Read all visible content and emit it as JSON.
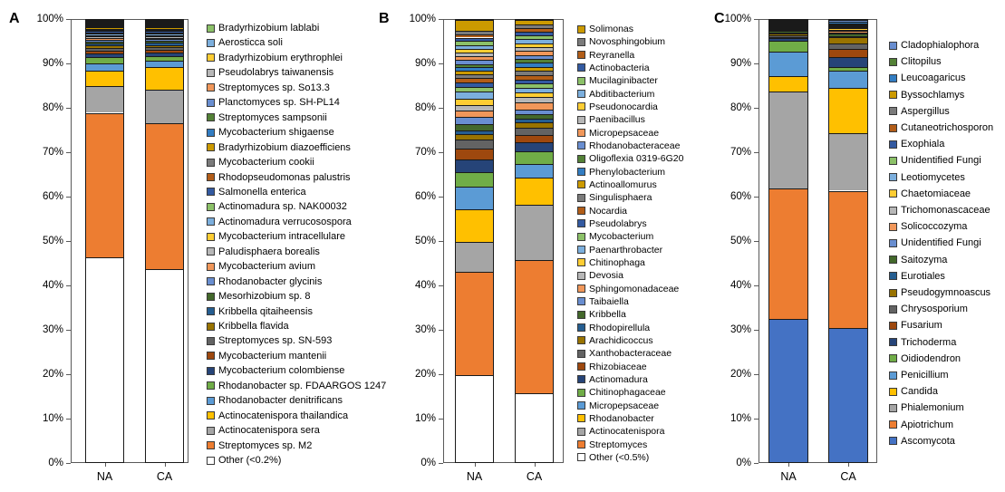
{
  "colors": {
    "frame": "#595959",
    "segment_border": "#1a1a1a",
    "text": "#000000",
    "background": "#ffffff"
  },
  "chart_data": [
    {
      "type": "bar",
      "subtype": "stacked-100",
      "panel_label": "A",
      "categories": [
        "NA",
        "CA"
      ],
      "y_axis": {
        "range": [
          0,
          100
        ],
        "ticks": [
          "0%",
          "10%",
          "20%",
          "30%",
          "40%",
          "50%",
          "60%",
          "70%",
          "80%",
          "90%",
          "100%"
        ]
      },
      "legend_position": "right",
      "legend_note": "legend listed top-to-bottom equals bar segments top-to-bottom",
      "series": [
        {
          "name": "Other (<0.2%)",
          "color": "#FFFFFF",
          "values": [
            46.4,
            43.7
          ]
        },
        {
          "name": "Streptomyces sp. M2",
          "color": "#ED7D31",
          "values": [
            32.6,
            32.9
          ]
        },
        {
          "name": "Actinocatenispora sera",
          "color": "#A5A5A5",
          "values": [
            6.0,
            7.7
          ]
        },
        {
          "name": "Actinocatenispora thailandica",
          "color": "#FFC000",
          "values": [
            3.6,
            5.0
          ]
        },
        {
          "name": "Rhodanobacter denitrificans",
          "color": "#5B9BD5",
          "values": [
            1.6,
            1.5
          ]
        },
        {
          "name": "Rhodanobacter sp. FDAARGOS 1247",
          "color": "#70AD47",
          "values": [
            1.4,
            1.0
          ]
        },
        {
          "name": "Mycobacterium colombiense",
          "color": "#264478",
          "values": [
            0.8,
            0.8
          ]
        },
        {
          "name": "Mycobacterium mantenii",
          "color": "#9E480E",
          "values": [
            0.7,
            0.7
          ]
        },
        {
          "name": "Streptomyces sp. SN-593",
          "color": "#636363",
          "values": [
            0.6,
            0.6
          ]
        },
        {
          "name": "Kribbella flavida",
          "color": "#997300",
          "values": [
            0.5,
            0.5
          ]
        },
        {
          "name": "Kribbella qitaiheensis",
          "color": "#255E91",
          "values": [
            0.5,
            0.45
          ]
        },
        {
          "name": "Mesorhizobium sp. 8",
          "color": "#43682B",
          "values": [
            0.4,
            0.4
          ]
        },
        {
          "name": "Rhodanobacter glycinis",
          "color": "#698ED0",
          "values": [
            0.4,
            0.4
          ]
        },
        {
          "name": "Mycobacterium avium",
          "color": "#F1975A",
          "values": [
            0.4,
            0.35
          ]
        },
        {
          "name": "Paludisphaera borealis",
          "color": "#B7B7B7",
          "values": [
            0.35,
            0.35
          ]
        },
        {
          "name": "Mycobacterium intracellulare",
          "color": "#FFCD33",
          "values": [
            0.35,
            0.3
          ]
        },
        {
          "name": "Actinomadura verrucosospora",
          "color": "#7CAFDD",
          "values": [
            0.3,
            0.3
          ]
        },
        {
          "name": "Actinomadura sp. NAK00032",
          "color": "#8CC168",
          "values": [
            0.3,
            0.3
          ]
        },
        {
          "name": "Salmonella enterica",
          "color": "#335AA1",
          "values": [
            0.3,
            0.3
          ]
        },
        {
          "name": "Rhodopseudomonas palustris",
          "color": "#B25D18",
          "values": [
            0.3,
            0.3
          ]
        },
        {
          "name": "Mycobacterium cookii",
          "color": "#7B7B7B",
          "values": [
            0.25,
            0.25
          ]
        },
        {
          "name": "Bradyrhizobium diazoefficiens",
          "color": "#CC9A00",
          "values": [
            0.25,
            0.25
          ]
        },
        {
          "name": "Mycobacterium shigaense",
          "color": "#327DC2",
          "values": [
            0.25,
            0.25
          ]
        },
        {
          "name": "Streptomyces sampsonii",
          "color": "#538136",
          "values": [
            0.25,
            0.25
          ]
        },
        {
          "name": "Planctomyces sp. SH-PL14",
          "color": "#698ED0",
          "values": [
            0.2,
            0.2
          ]
        },
        {
          "name": "Streptomyces sp. So13.3",
          "color": "#F1975A",
          "values": [
            0.2,
            0.2
          ]
        },
        {
          "name": "Pseudolabrys taiwanensis",
          "color": "#B7B7B7",
          "values": [
            0.2,
            0.2
          ]
        },
        {
          "name": "Bradyrhizobium erythrophlei",
          "color": "#FFCD33",
          "values": [
            0.2,
            0.2
          ]
        },
        {
          "name": "Aerosticca soli",
          "color": "#7CAFDD",
          "values": [
            0.2,
            0.2
          ]
        },
        {
          "name": "Bradyrhizobium lablabi",
          "color": "#8CC168",
          "values": [
            0.2,
            0.2
          ]
        }
      ]
    },
    {
      "type": "bar",
      "subtype": "stacked-100",
      "panel_label": "B",
      "categories": [
        "NA",
        "CA"
      ],
      "y_axis": {
        "range": [
          0,
          100
        ],
        "ticks": [
          "0%",
          "10%",
          "20%",
          "30%",
          "40%",
          "50%",
          "60%",
          "70%",
          "80%",
          "90%",
          "100%"
        ]
      },
      "legend_position": "right",
      "legend_note": "legend listed top-to-bottom equals bar segments top-to-bottom",
      "series": [
        {
          "name": "Other (<0.5%)",
          "color": "#FFFFFF",
          "values": [
            19.7,
            15.4
          ]
        },
        {
          "name": "Streptomyces",
          "color": "#ED7D31",
          "values": [
            23.5,
            29.8
          ]
        },
        {
          "name": "Actinocatenispora",
          "color": "#A5A5A5",
          "values": [
            6.8,
            12.4
          ]
        },
        {
          "name": "Rhodanobacter",
          "color": "#FFC000",
          "values": [
            7.2,
            6.2
          ]
        },
        {
          "name": "Micropepsaceae",
          "color": "#5B9BD5",
          "values": [
            5.3,
            3.0
          ]
        },
        {
          "name": "Chitinophagaceae",
          "color": "#70AD47",
          "values": [
            3.2,
            2.8
          ]
        },
        {
          "name": "Actinomadura",
          "color": "#264478",
          "values": [
            2.8,
            2.0
          ]
        },
        {
          "name": "Rhizobiaceae",
          "color": "#9E480E",
          "values": [
            2.5,
            1.8
          ]
        },
        {
          "name": "Xanthobacteraceae",
          "color": "#636363",
          "values": [
            2.0,
            1.5
          ]
        },
        {
          "name": "Arachidicoccus",
          "color": "#997300",
          "values": [
            1.4,
            1.2
          ]
        },
        {
          "name": "Rhodopirellula",
          "color": "#255E91",
          "values": [
            0.8,
            0.9
          ]
        },
        {
          "name": "Kribbella",
          "color": "#43682B",
          "values": [
            1.3,
            1.0
          ]
        },
        {
          "name": "Taibaiella",
          "color": "#698ED0",
          "values": [
            1.7,
            1.1
          ]
        },
        {
          "name": "Sphingomonadaceae",
          "color": "#F1975A",
          "values": [
            1.5,
            1.6
          ]
        },
        {
          "name": "Devosia",
          "color": "#B7B7B7",
          "values": [
            1.2,
            1.1
          ]
        },
        {
          "name": "Chitinophaga",
          "color": "#FFCD33",
          "values": [
            1.5,
            1.0
          ]
        },
        {
          "name": "Paenarthrobacter",
          "color": "#7CAFDD",
          "values": [
            1.5,
            1.0
          ]
        },
        {
          "name": "Mycobacterium",
          "color": "#8CC168",
          "values": [
            1.1,
            1.0
          ]
        },
        {
          "name": "Pseudolabrys",
          "color": "#335AA1",
          "values": [
            1.0,
            1.0
          ]
        },
        {
          "name": "Nocardia",
          "color": "#B25D18",
          "values": [
            1.0,
            1.0
          ]
        },
        {
          "name": "Singulisphaera",
          "color": "#7B7B7B",
          "values": [
            0.9,
            0.9
          ]
        },
        {
          "name": "Actinoallomurus",
          "color": "#CC9A00",
          "values": [
            0.8,
            0.9
          ]
        },
        {
          "name": "Phenylobacterium",
          "color": "#327DC2",
          "values": [
            0.8,
            0.9
          ]
        },
        {
          "name": "Oligoflexia 0319-6G20",
          "color": "#538136",
          "values": [
            0.7,
            0.8
          ]
        },
        {
          "name": "Rhodanobacteraceae",
          "color": "#698ED0",
          "values": [
            1.0,
            0.9
          ]
        },
        {
          "name": "Micropepsaceae",
          "color": "#F1975A",
          "values": [
            0.8,
            0.9
          ]
        },
        {
          "name": "Paenibacillus",
          "color": "#B7B7B7",
          "values": [
            0.9,
            0.9
          ]
        },
        {
          "name": "Pseudonocardia",
          "color": "#FFCD33",
          "values": [
            0.8,
            0.9
          ]
        },
        {
          "name": "Abditibacterium",
          "color": "#7CAFDD",
          "values": [
            0.8,
            0.9
          ]
        },
        {
          "name": "Mucilaginibacter",
          "color": "#8CC168",
          "values": [
            0.9,
            0.9
          ]
        },
        {
          "name": "Actinobacteria",
          "color": "#335AA1",
          "values": [
            0.8,
            0.8
          ]
        },
        {
          "name": "Reyranella",
          "color": "#B25D18",
          "values": [
            0.8,
            0.8
          ]
        },
        {
          "name": "Novosphingobium",
          "color": "#7B7B7B",
          "values": [
            0.8,
            0.8
          ]
        },
        {
          "name": "Solimonas",
          "color": "#CC9A00",
          "values": [
            2.4,
            1.0
          ]
        }
      ]
    },
    {
      "type": "bar",
      "subtype": "stacked-100",
      "panel_label": "C",
      "categories": [
        "NA",
        "CA"
      ],
      "y_axis": {
        "range": [
          0,
          100
        ],
        "ticks": [
          "0%",
          "10%",
          "20%",
          "30%",
          "40%",
          "50%",
          "60%",
          "70%",
          "80%",
          "90%",
          "100%"
        ]
      },
      "legend_position": "right",
      "legend_note": "legend listed top-to-bottom equals bar segments top-to-bottom",
      "series": [
        {
          "name": "Ascomycota",
          "color": "#4472C4",
          "values": [
            32.5,
            30.3
          ]
        },
        {
          "name": "Apiotrichum",
          "color": "#ED7D31",
          "values": [
            29.5,
            31.2
          ]
        },
        {
          "name": "Phialemonium",
          "color": "#A5A5A5",
          "values": [
            22.0,
            13.0
          ]
        },
        {
          "name": "Candida",
          "color": "#FFC000",
          "values": [
            3.3,
            10.3
          ]
        },
        {
          "name": "Penicillium",
          "color": "#5B9BD5",
          "values": [
            5.6,
            4.0
          ]
        },
        {
          "name": "Oidiodendron",
          "color": "#70AD47",
          "values": [
            2.5,
            0.8
          ]
        },
        {
          "name": "Trichoderma",
          "color": "#264478",
          "values": [
            0.5,
            2.2
          ]
        },
        {
          "name": "Fusarium",
          "color": "#9E480E",
          "values": [
            0.4,
            1.8
          ]
        },
        {
          "name": "Chrysosporium",
          "color": "#636363",
          "values": [
            0.4,
            1.3
          ]
        },
        {
          "name": "Pseudogymnoascus",
          "color": "#997300",
          "values": [
            0.3,
            1.3
          ]
        },
        {
          "name": "Eurotiales",
          "color": "#255E91",
          "values": [
            0.3,
            0.4
          ]
        },
        {
          "name": "Saitozyma",
          "color": "#43682B",
          "values": [
            0.3,
            0.5
          ]
        },
        {
          "name": "Unidentified Fungi",
          "color": "#698ED0",
          "values": [
            0.25,
            0.3
          ]
        },
        {
          "name": "Solicoccozyma",
          "color": "#F1975A",
          "values": [
            0.25,
            0.3
          ]
        },
        {
          "name": "Trichomonascaceae",
          "color": "#B7B7B7",
          "values": [
            0.25,
            0.3
          ]
        },
        {
          "name": "Chaetomiaceae",
          "color": "#FFCD33",
          "values": [
            0.2,
            0.3
          ]
        },
        {
          "name": "Leotiomycetes",
          "color": "#7CAFDD",
          "values": [
            0.2,
            0.2
          ]
        },
        {
          "name": "Unidentified Fungi",
          "color": "#8CC168",
          "values": [
            0.2,
            0.2
          ]
        },
        {
          "name": "Exophiala",
          "color": "#335AA1",
          "values": [
            0.2,
            0.2
          ]
        },
        {
          "name": "Cutaneotrichosporon",
          "color": "#B25D18",
          "values": [
            0.2,
            0.2
          ]
        },
        {
          "name": "Aspergillus",
          "color": "#7B7B7B",
          "values": [
            0.15,
            0.15
          ]
        },
        {
          "name": "Byssochlamys",
          "color": "#CC9A00",
          "values": [
            0.15,
            0.15
          ]
        },
        {
          "name": "Leucoagaricus",
          "color": "#327DC2",
          "values": [
            0.15,
            0.3
          ]
        },
        {
          "name": "Clitopilus",
          "color": "#538136",
          "values": [
            0.15,
            0.15
          ]
        },
        {
          "name": "Cladophialophora",
          "color": "#698ED0",
          "values": [
            0.15,
            0.35
          ]
        }
      ]
    }
  ]
}
